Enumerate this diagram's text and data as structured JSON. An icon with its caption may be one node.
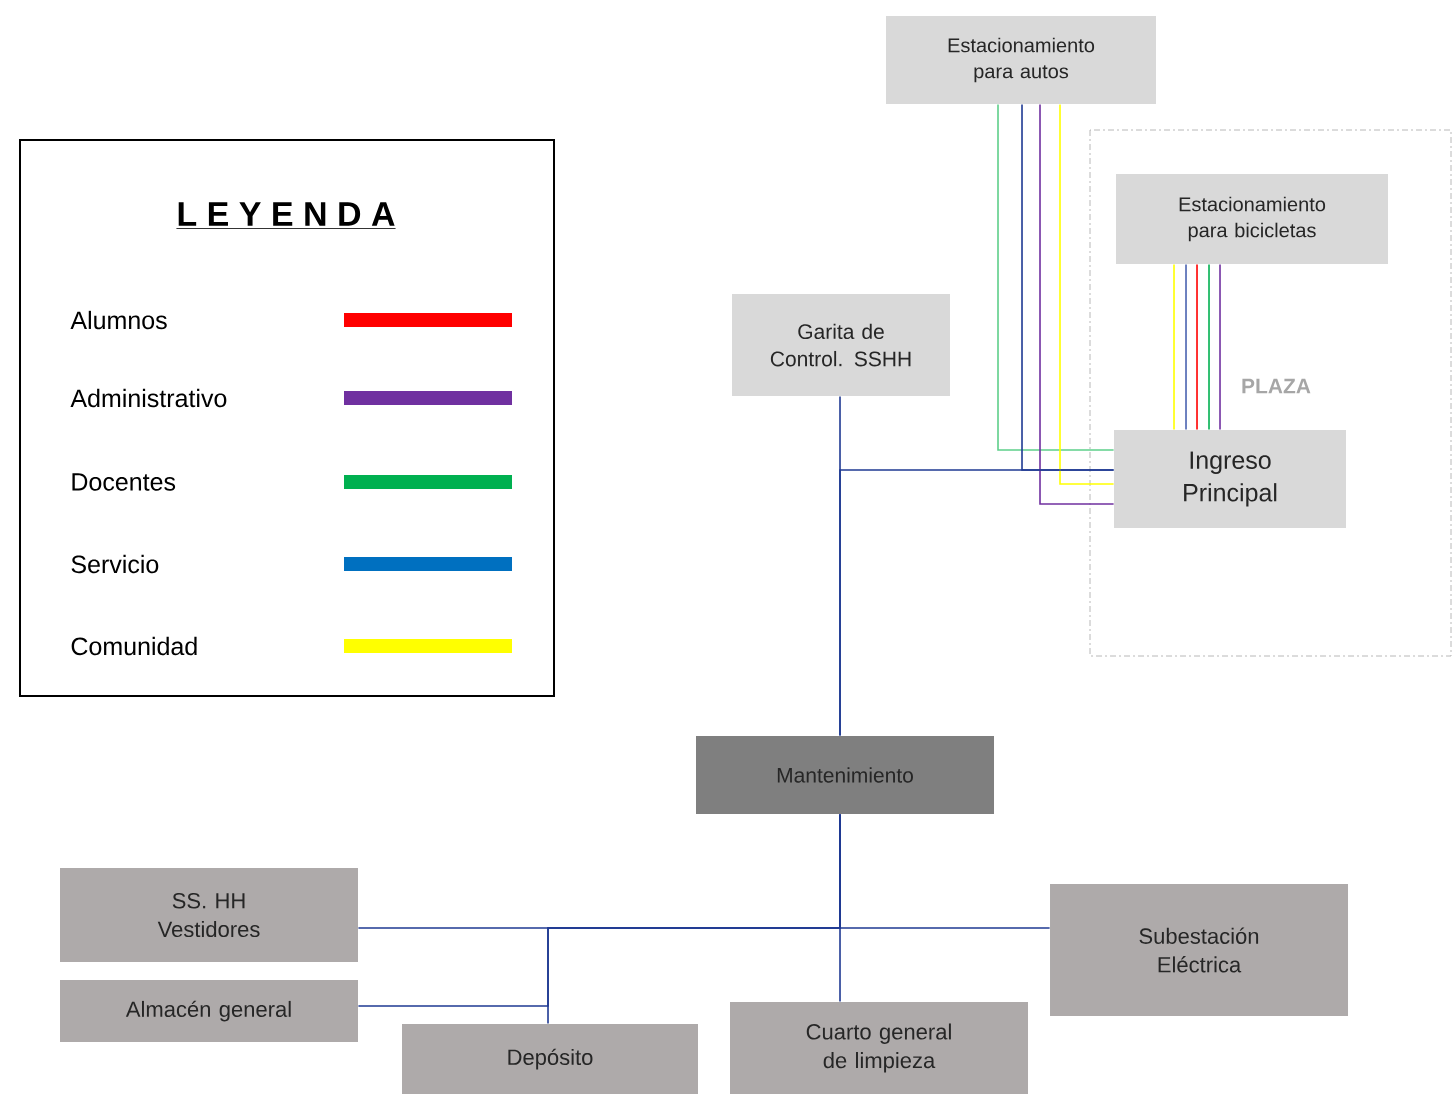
{
  "diagram": {
    "nodes": [
      {
        "text": [
          "Estacionamiento para autos"
        ]
      },
      {
        "text": [
          "PLAZA"
        ]
      },
      {
        "text": [
          "Estacionamiento para bicicletas"
        ],
        "in": 1
      },
      {
        "text": [
          "Garita de Control. SSHH"
        ]
      },
      {
        "text": [
          "Ingreso Principal"
        ],
        "in": 1
      },
      {
        "text": [
          "Mantenimiento"
        ]
      },
      {
        "text": [
          "SS. HH Vestidores"
        ]
      },
      {
        "text": [
          "Subestación Eléctrica"
        ]
      },
      {
        "text": [
          "Almacén general"
        ]
      },
      {
        "text": [
          "Depósito"
        ]
      },
      {
        "text": [
          "Cuarto general de limpieza"
        ]
      }
    ],
    "edges": [
      {
        "from": 0,
        "to": 4,
        "arrow": "none",
        "color": "#5ecf8a"
      },
      {
        "from": 0,
        "to": 4,
        "arrow": "none"
      },
      {
        "from": 0,
        "to": 4,
        "arrow": "none",
        "color": "#7030a0"
      },
      {
        "from": 0,
        "to": 4,
        "arrow": "none",
        "color": "#ffff00"
      },
      {
        "from": 2,
        "to": 4,
        "arrow": "none",
        "color": "#ffff00"
      },
      {
        "from": 2,
        "to": 4,
        "arrow": "none",
        "color": "#4a62b0"
      },
      {
        "from": 2,
        "to": 4,
        "arrow": "none",
        "color": "#ff0000"
      },
      {
        "from": 2,
        "to": 4,
        "arrow": "none",
        "color": "#00b050"
      },
      {
        "from": 2,
        "to": 4,
        "arrow": "none",
        "color": "#7030a0"
      },
      {
        "from": 3,
        "to": 5,
        "arrow": "none"
      },
      {
        "from": 4,
        "to": 5,
        "arrow": "none"
      },
      {
        "from": 5,
        "to": 6,
        "arrow": "none"
      },
      {
        "from": 5,
        "to": 7,
        "arrow": "none"
      },
      {
        "from": 5,
        "to": 8,
        "arrow": "none"
      },
      {
        "from": 5,
        "to": 9,
        "arrow": "none"
      },
      {
        "from": 5,
        "to": 10,
        "arrow": "none"
      }
    ],
    "labels": [
      "L E Y E N D A"
    ],
    "legend": [
      {
        "text": "Alumnos",
        "color": "#ff0000"
      },
      {
        "text": "Administrativo",
        "color": "#7030a0"
      },
      {
        "text": "Docentes",
        "color": "#00b050"
      },
      {
        "text": "Servicio",
        "color": "#0070c0"
      },
      {
        "text": "Comunidad",
        "color": "#ffff00"
      }
    ]
  }
}
